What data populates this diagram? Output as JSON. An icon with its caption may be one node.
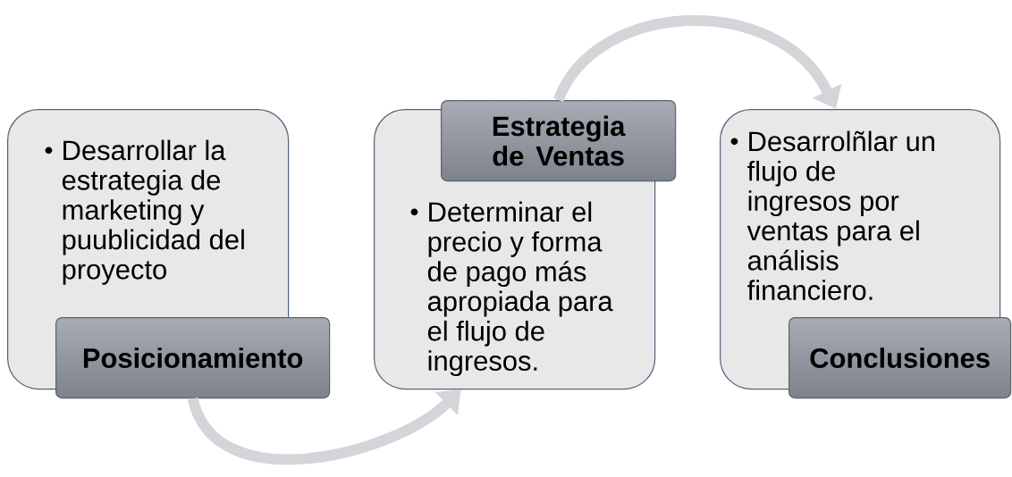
{
  "diagram": {
    "nodes": [
      {
        "text": [
          "Desarrollar la estrategia de marketing y puublicidad del proyecto"
        ]
      },
      {
        "text": [
          "Posicionamiento"
        ]
      },
      {
        "text": [
          "Estrategia de Ventas"
        ]
      },
      {
        "text": [
          "Determinar el precio y forma de pago más apropiada para el flujo de ingresos."
        ]
      },
      {
        "text": [
          "Desarrolñlar un flujo de ingresos por ventas para el análisis financiero."
        ]
      },
      {
        "text": [
          "Conclusiones"
        ]
      }
    ],
    "edges": [
      {
        "from": 1,
        "to": 3,
        "arrow": "to"
      },
      {
        "from": 2,
        "to": 4,
        "arrow": "to"
      }
    ]
  }
}
